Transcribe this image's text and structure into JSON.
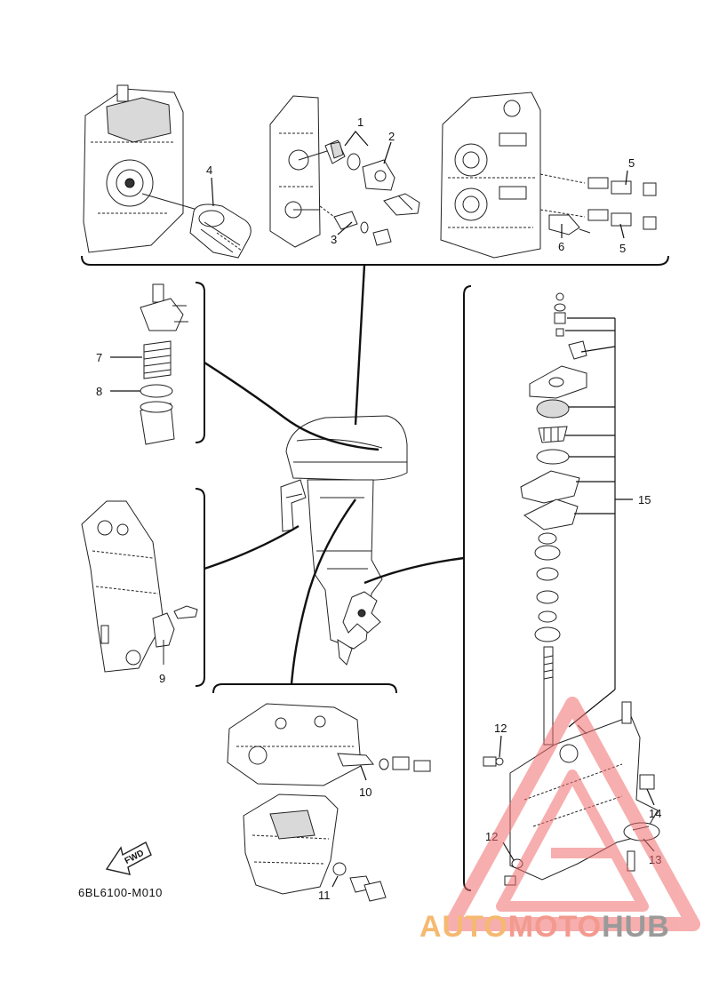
{
  "diagram": {
    "code": "6BL6100-M010",
    "fwd_label": "FWD",
    "labels": {
      "l1": "1",
      "l2": "2",
      "l3": "3",
      "l4": "4",
      "l5a": "5",
      "l5b": "5",
      "l6": "6",
      "l7": "7",
      "l8": "8",
      "l9": "9",
      "l10": "10",
      "l11": "11",
      "l12a": "12",
      "l12b": "12",
      "l13": "13",
      "l14": "14",
      "l15": "15"
    }
  },
  "watermark": {
    "part1": "AUTO",
    "part2": "MOTO",
    "part3": "HUB",
    "colors": {
      "auto": "#f5b971",
      "moto": "#f39a8f",
      "hub": "#9a9a9a",
      "triangle": "#f26d6d"
    }
  }
}
